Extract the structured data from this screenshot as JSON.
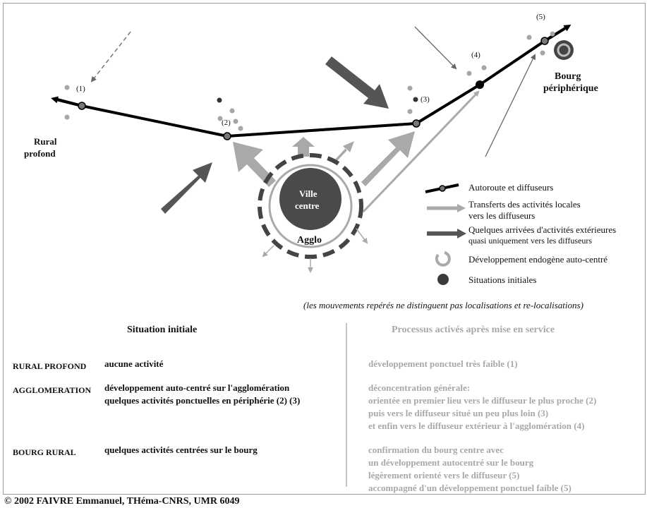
{
  "points": {
    "p1": "(1)",
    "p2": "(2)",
    "p3": "(3)",
    "p4": "(4)",
    "p5": "(5)"
  },
  "places": {
    "rural_line1": "Rural",
    "rural_line2": "profond",
    "bourg_line1": "Bourg",
    "bourg_line2": "périphérique",
    "ville_line1": "Ville",
    "ville_line2": "centre",
    "agglo": "Agglo"
  },
  "legend": {
    "autoroute": "Autoroute et diffuseurs",
    "transferts_line1": "Transferts des activités locales",
    "transferts_line2": "vers les diffuseurs",
    "arrivees_line1": "Quelques arrivées d'activités extérieures",
    "arrivees_line2": "quasi uniquement vers les diffuseurs",
    "endogene": "Développement endogène auto-centré",
    "initiales": "Situations initiales"
  },
  "note": "(les mouvements repérés ne distinguent pas localisations et re-localisations)",
  "table": {
    "left_title": "Situation initiale",
    "right_title": "Processus activés après mise en service",
    "rows": [
      {
        "label": "RURAL PROFOND",
        "initial": [
          "aucune activité"
        ],
        "process": [
          "développement ponctuel très faible (1)"
        ]
      },
      {
        "label": "AGGLOMERATION",
        "initial": [
          "développement auto-centré sur l'agglomération",
          "quelques activités ponctuelles en périphérie (2) (3)"
        ],
        "process": [
          "déconcentration générale:",
          "orientée en premier lieu vers le diffuseur le plus proche (2)",
          "puis vers le diffuseur situé un peu plus loin (3)",
          "et enfin vers le diffuseur extérieur à l'agglomération (4)"
        ]
      },
      {
        "label": "BOURG RURAL",
        "initial": [
          "quelques activités centrées sur le bourg"
        ],
        "process": [
          "confirmation du bourg centre avec",
          "un développement autocentré sur le bourg",
          "légèrement orienté vers le diffuseur (5)",
          "accompagné d'un développement ponctuel faible (5)"
        ]
      }
    ]
  },
  "copyright": "© 2002 FAIVRE Emmanuel, THéma-CNRS, UMR 6049",
  "colors": {
    "dark_arrow": "#555555",
    "light_arrow": "#a9a9a9",
    "dot_light": "#a6a6a6",
    "dot_dark": "#333333",
    "process_text": "#a8a8a8"
  }
}
